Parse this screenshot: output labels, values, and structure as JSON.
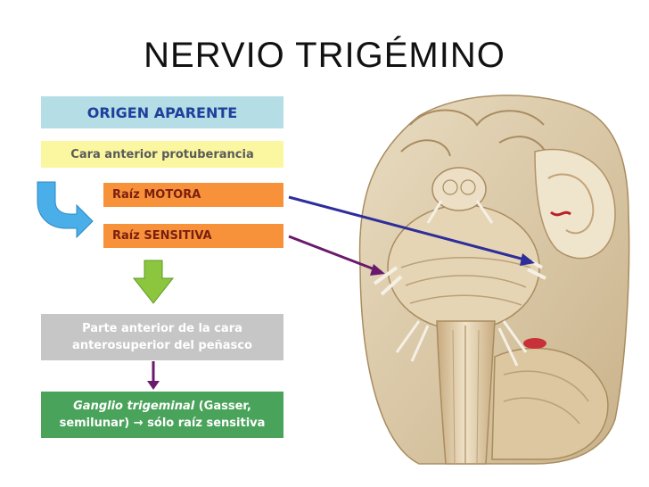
{
  "title": "NERVIO TRIGÉMINO",
  "boxes": {
    "origin": "ORIGEN APARENTE",
    "cara": "Cara anterior protuberancia",
    "motora": "Raíz MOTORA",
    "sensitiva": "Raíz SENSITIVA",
    "parte_line1": "Parte anterior de la cara",
    "parte_line2": "anterosuperior del peñasco",
    "ganglio_italic": "Ganglio trigeminal",
    "ganglio_rest1": " (Gasser,",
    "ganglio_line2": "semilunar) → sólo raíz sensitiva"
  },
  "colors": {
    "origin_bg": "#b4dde5",
    "cara_bg": "#fbf7a0",
    "root_bg": "#f8923a",
    "parte_bg": "#c6c6c6",
    "ganglio_bg": "#4aa35a",
    "motora_arrow": "#2e2e9a",
    "sensitiva_arrow": "#6a1a6a",
    "curved_arrow": "#4aaee8",
    "down_arrow": "#8cc63e"
  }
}
